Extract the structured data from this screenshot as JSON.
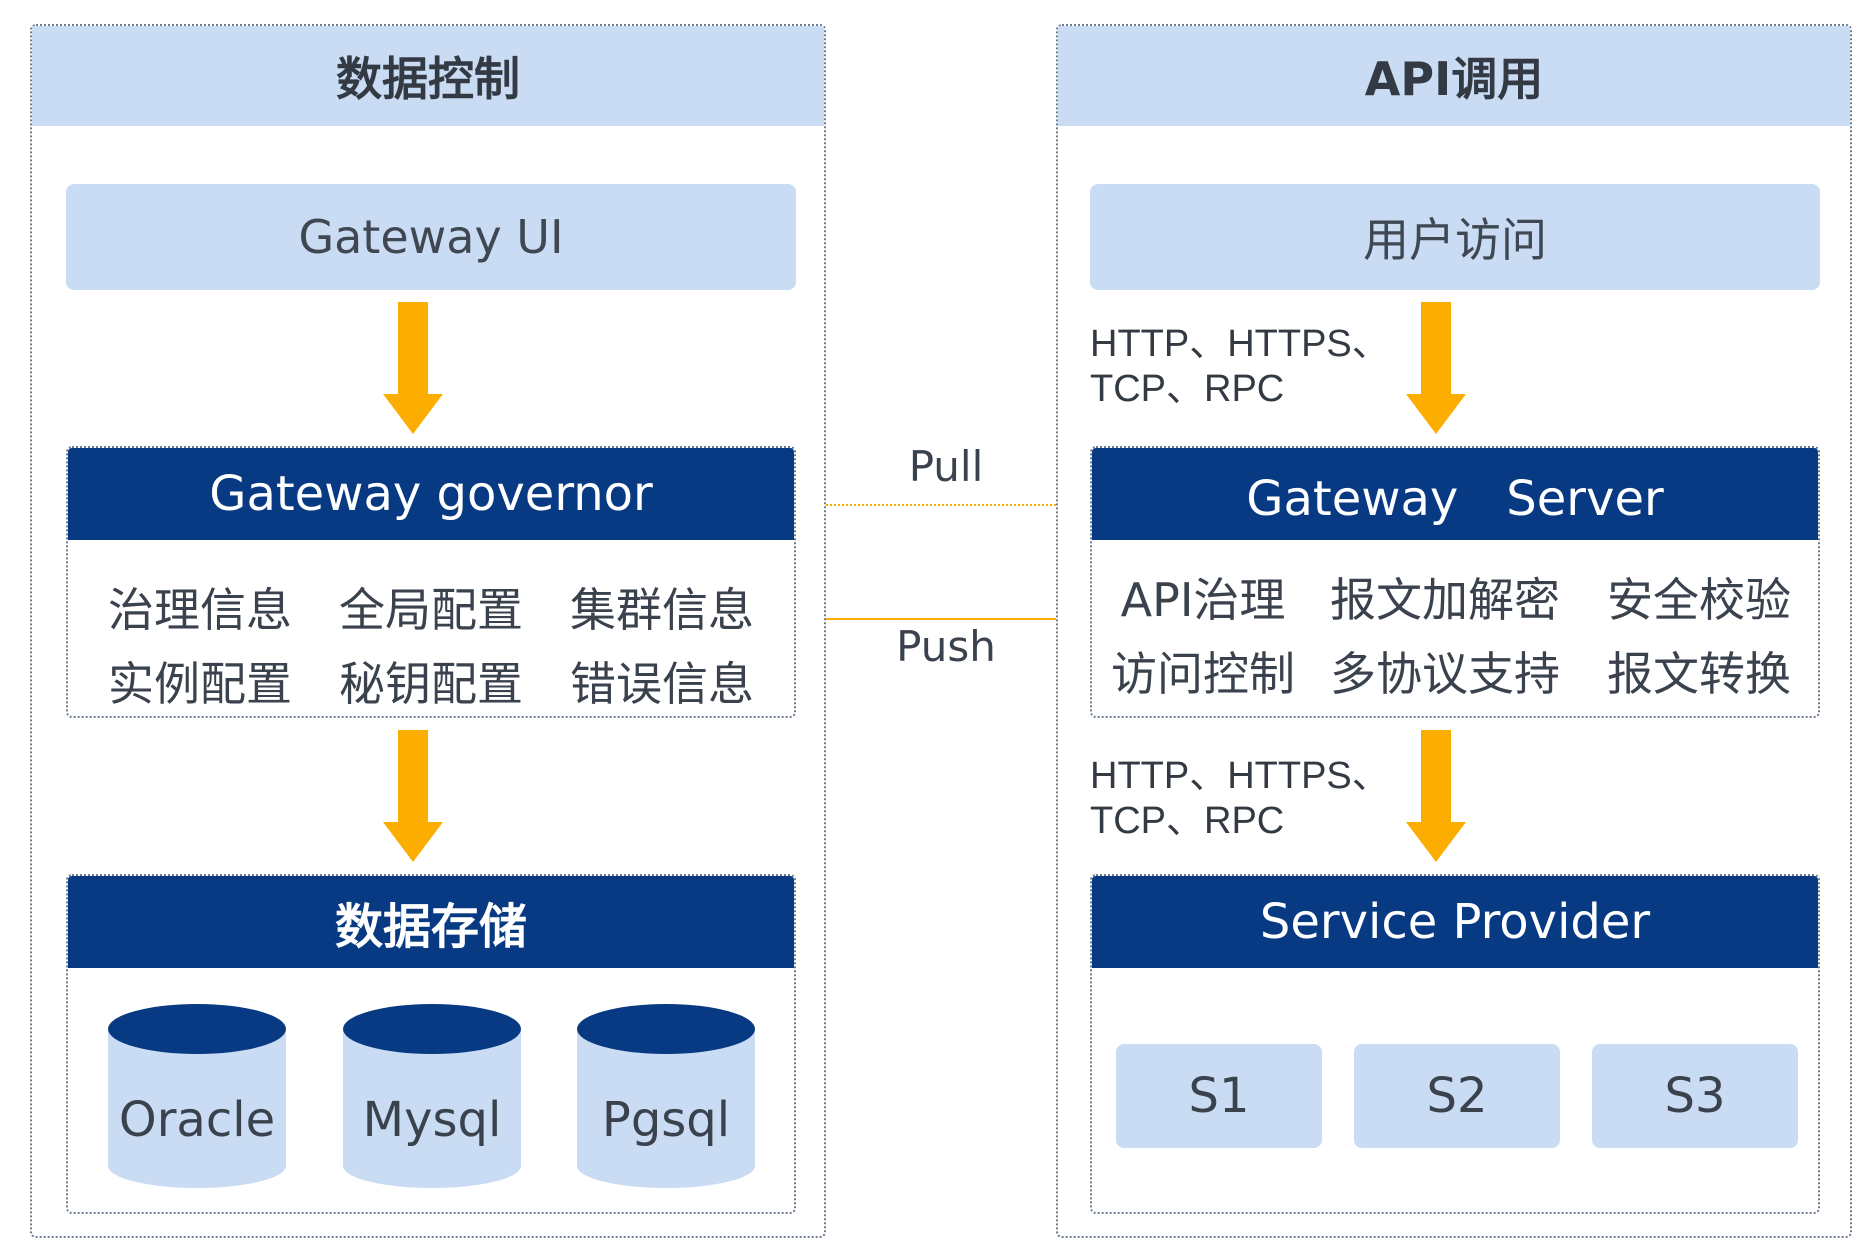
{
  "left_panel": {
    "title": "数据控制",
    "ui_box": "Gateway UI",
    "governor": {
      "title": "Gateway governor",
      "features": [
        "治理信息",
        "全局配置",
        "集群信息",
        "实例配置",
        "秘钥配置",
        "错误信息"
      ]
    },
    "storage": {
      "title": "数据存储",
      "databases": [
        "Oracle",
        "Mysql",
        "Pgsql"
      ]
    }
  },
  "right_panel": {
    "title": "API调用",
    "user_box": "用户访问",
    "protocol_top": {
      "line1": "HTTP、HTTPS、",
      "line2": "TCP、RPC"
    },
    "server": {
      "title": "Gateway　Server",
      "features": [
        "API治理",
        "报文加解密",
        "安全校验",
        "访问控制",
        "多协议支持",
        "报文转换"
      ]
    },
    "protocol_bottom": {
      "line1": "HTTP、HTTPS、",
      "line2": "TCP、RPC"
    },
    "provider": {
      "title": "Service Provider",
      "services": [
        "S1",
        "S2",
        "S3"
      ]
    }
  },
  "connections": {
    "pull": "Pull",
    "push": "Push"
  },
  "colors": {
    "light_blue": "#c9dcf3",
    "navy": "#073a82",
    "arrow": "#fbae00"
  }
}
